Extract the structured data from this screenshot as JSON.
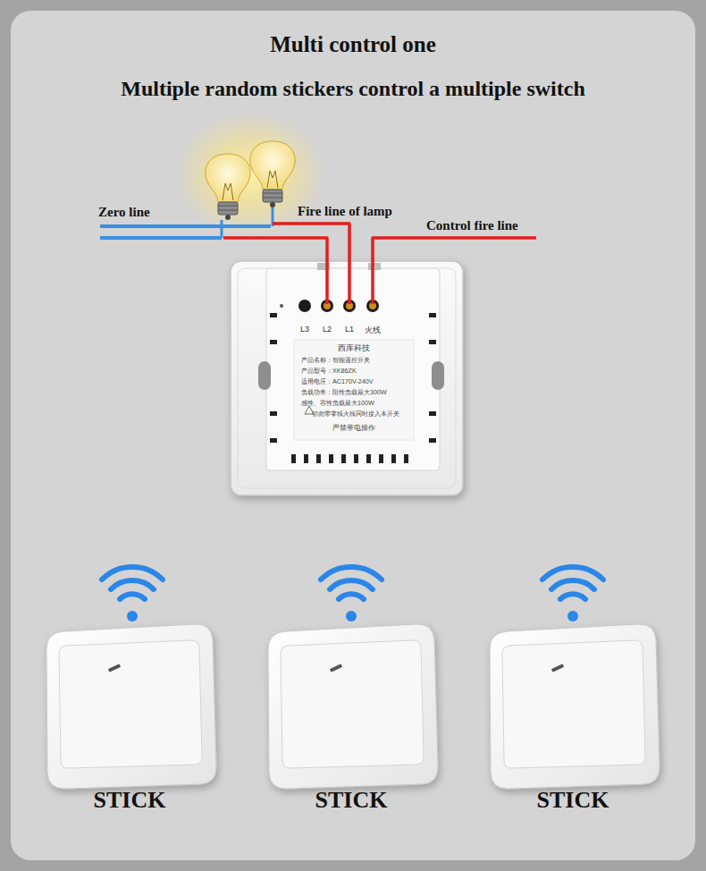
{
  "diagram": {
    "title": "Multi control one",
    "nodes": [
      {
        "text": [
          "L3",
          "L2",
          "L1",
          "火线"
        ]
      },
      {
        "text": [
          "西库科技",
          "产品名称：智能遥控开关",
          "产品型号：XK86ZK",
          "适用电压：AC170V-240V",
          "负载功率：阻性负载最大300W",
          "感性、容性负载最大100W",
          "切勿带零线火线同时接入本开关",
          "严禁带电操作"
        ],
        "in": 0
      },
      {
        "text": [
          "STICK"
        ]
      },
      {
        "text": [
          "STICK"
        ]
      },
      {
        "text": [
          "STICK"
        ]
      }
    ],
    "labels": [
      "Multiple random stickers control a multiple switch",
      "Zero line",
      "Fire line of lamp",
      "Control fire line"
    ]
  }
}
